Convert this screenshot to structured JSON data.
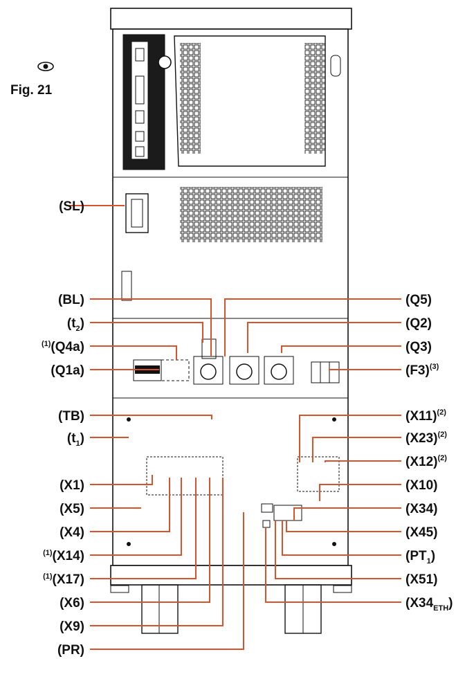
{
  "figure": "Fig. 21",
  "icons": {
    "eye": "eye-icon"
  },
  "colors": {
    "leader": "#d9532a",
    "outline": "#111111"
  },
  "labels_left": [
    {
      "id": "SL",
      "pre": "",
      "main": "(SL)",
      "sub": "",
      "sup": ""
    },
    {
      "id": "BL",
      "pre": "",
      "main": "(BL)",
      "sub": "",
      "sup": ""
    },
    {
      "id": "t2",
      "pre": "",
      "main": "(t",
      "sub": "2",
      "post": ")",
      "sup": ""
    },
    {
      "id": "Q4a",
      "pre": "(1)",
      "main": "(Q4a)",
      "sub": "",
      "sup": ""
    },
    {
      "id": "Q1a",
      "pre": "",
      "main": "(Q1a)",
      "sub": "",
      "sup": ""
    },
    {
      "id": "TB",
      "pre": "",
      "main": "(TB)",
      "sub": "",
      "sup": ""
    },
    {
      "id": "t1",
      "pre": "",
      "main": "(t",
      "sub": "1",
      "post": ")",
      "sup": ""
    },
    {
      "id": "X1",
      "pre": "",
      "main": "(X1)",
      "sub": "",
      "sup": ""
    },
    {
      "id": "X5",
      "pre": "",
      "main": "(X5)",
      "sub": "",
      "sup": ""
    },
    {
      "id": "X4",
      "pre": "",
      "main": "(X4)",
      "sub": "",
      "sup": ""
    },
    {
      "id": "X14",
      "pre": "(1)",
      "main": "(X14)",
      "sub": "",
      "sup": ""
    },
    {
      "id": "X17",
      "pre": "(1)",
      "main": "(X17)",
      "sub": "",
      "sup": ""
    },
    {
      "id": "X6",
      "pre": "",
      "main": "(X6)",
      "sub": "",
      "sup": ""
    },
    {
      "id": "X9",
      "pre": "",
      "main": "(X9)",
      "sub": "",
      "sup": ""
    },
    {
      "id": "PR",
      "pre": "",
      "main": "(PR)",
      "sub": "",
      "sup": ""
    }
  ],
  "labels_right": [
    {
      "id": "Q5",
      "main": "(Q5)",
      "sub": "",
      "post": "",
      "sup": ""
    },
    {
      "id": "Q2",
      "main": "(Q2)",
      "sub": "",
      "post": "",
      "sup": ""
    },
    {
      "id": "Q3",
      "main": "(Q3)",
      "sub": "",
      "post": "",
      "sup": ""
    },
    {
      "id": "F3",
      "main": "(F3)",
      "sub": "",
      "post": "",
      "sup": "(3)"
    },
    {
      "id": "X11",
      "main": "(X11)",
      "sub": "",
      "post": "",
      "sup": "(2)"
    },
    {
      "id": "X23",
      "main": "(X23)",
      "sub": "",
      "post": "",
      "sup": "(2)"
    },
    {
      "id": "X12",
      "main": "(X12)",
      "sub": "",
      "post": "",
      "sup": "(2)"
    },
    {
      "id": "X10",
      "main": "(X10)",
      "sub": "",
      "post": "",
      "sup": ""
    },
    {
      "id": "X34",
      "main": "(X34)",
      "sub": "",
      "post": "",
      "sup": ""
    },
    {
      "id": "X45",
      "main": "(X45)",
      "sub": "",
      "post": "",
      "sup": ""
    },
    {
      "id": "PT1",
      "main": "(PT",
      "sub": "1",
      "post": ")",
      "sup": ""
    },
    {
      "id": "X51",
      "main": "(X51)",
      "sub": "",
      "post": "",
      "sup": ""
    },
    {
      "id": "X34ETH",
      "main": "(X34",
      "sub": "ETH",
      "post": ")",
      "sup": ""
    }
  ]
}
